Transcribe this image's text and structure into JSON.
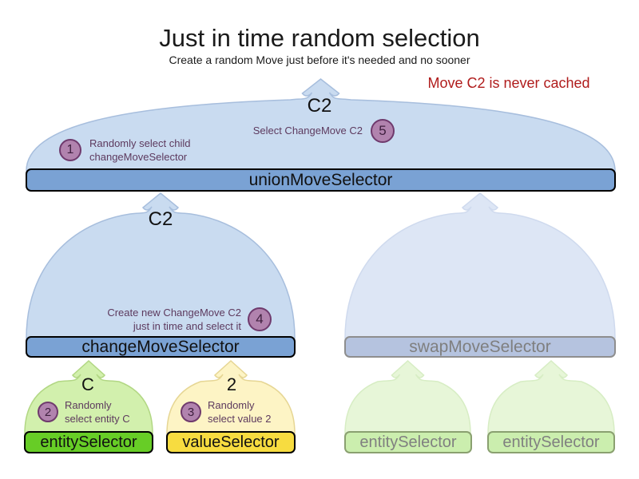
{
  "title": "Just in time random selection",
  "subtitle": "Create a random Move just before it's needed and no sooner",
  "note": "Move C2 is never cached",
  "funnels": {
    "union": {
      "label": "unionMoveSelector",
      "output": "C2"
    },
    "change": {
      "label": "changeMoveSelector",
      "output": "C2"
    },
    "swap": {
      "label": "swapMoveSelector"
    },
    "entity": {
      "label": "entitySelector",
      "output": "C"
    },
    "value": {
      "label": "valueSelector",
      "output": "2"
    },
    "entity2": {
      "label": "entitySelector"
    },
    "entity3": {
      "label": "entitySelector"
    }
  },
  "steps": [
    {
      "num": "1",
      "text": "Randomly select child\nchangeMoveSelector"
    },
    {
      "num": "2",
      "text": "Randomly\nselect entity C"
    },
    {
      "num": "3",
      "text": "Randomly\nselect value 2"
    },
    {
      "num": "4",
      "text": "Create new ChangeMove C2\njust in time and select it"
    },
    {
      "num": "5",
      "text": "Select ChangeMove C2"
    }
  ],
  "colors": {
    "arch_blue": "#c9dbf0",
    "arch_blue_stroke": "#a7bedd",
    "arch_blue_faded": "#dde6f5",
    "arch_blue_faded_stroke": "#cfdaee",
    "arch_green": "#d2f0ad",
    "arch_green_stroke": "#b2d784",
    "arch_yellow": "#fdf4c5",
    "arch_yellow_stroke": "#e6d694",
    "arch_green_faded": "#e7f6d8",
    "arch_green_faded_stroke": "#d7edc4",
    "bar_blue": "#7aa2d4",
    "bar_blue_faded": "#b5c3df",
    "bar_green": "#67cd26",
    "bar_yellow": "#f7dc40",
    "bar_green_faded": "#cbeeae",
    "circle_fill": "#b183ae",
    "circle_stroke": "#6f3a6d",
    "annotation_text": "#5d3a5e",
    "note_red": "#b01c1c"
  }
}
